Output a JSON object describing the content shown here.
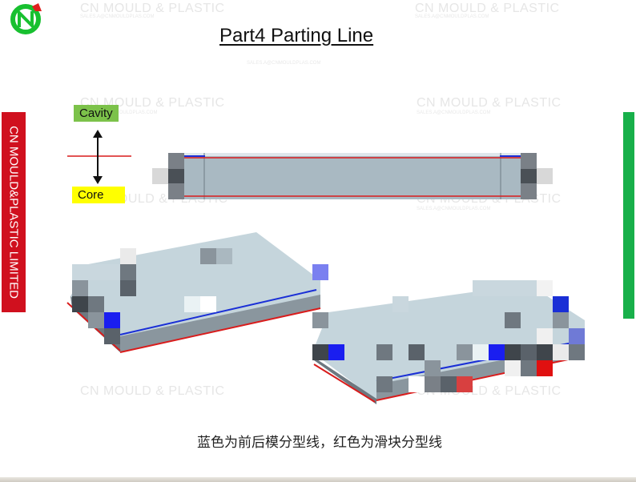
{
  "title": "Part4 Parting Line",
  "watermark": {
    "text": "CN MOULD & PLASTIC",
    "sub": "SALES.A@CNMOULDPLAS.COM"
  },
  "side_banner": "CN MOULD&PLASTIC LIMITED",
  "legend": {
    "cavity_label": "Cavity",
    "core_label": "Core"
  },
  "caption": "蓝色为前后模分型线，红色为滑块分型线",
  "colors": {
    "brand_red": "#d0101e",
    "brand_green": "#18b04a",
    "parting_blue": "#1a2fd6",
    "slider_red": "#d91c1c",
    "part_body": "#a9b9c2"
  }
}
